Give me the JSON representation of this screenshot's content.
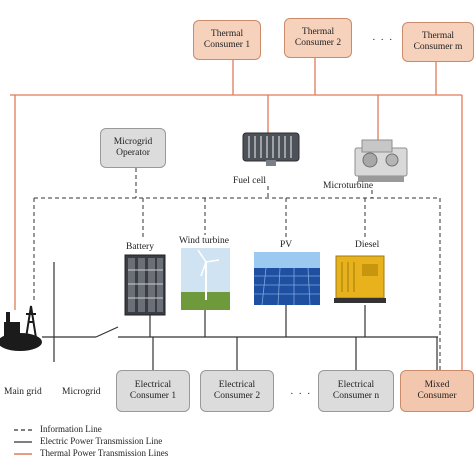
{
  "thermal_consumers": [
    {
      "label": "Thermal\nConsumer 1"
    },
    {
      "label": "Thermal\nConsumer 2"
    },
    {
      "label": "Thermal\nConsumer m"
    }
  ],
  "thermal_dots": "· · ·",
  "operator": {
    "label": "Microgrid\nOperator"
  },
  "sources": {
    "fuel_cell": "Fuel cell",
    "microturbine": "Microturbine",
    "battery": "Battery",
    "wind_turbine": "Wind turbine",
    "pv": "PV",
    "diesel": "Diesel"
  },
  "grid_labels": {
    "main_grid": "Main grid",
    "microgrid": "Microgrid"
  },
  "electrical_consumers": [
    {
      "label": "Electrical\nConsumer 1"
    },
    {
      "label": "Electrical\nConsumer 2"
    },
    {
      "label": "Electrical\nConsumer n"
    }
  ],
  "electrical_dots": "· · ·",
  "mixed_consumer": {
    "label": "Mixed\nConsumer"
  },
  "legend": [
    {
      "label": "Information Line",
      "style": "dashed",
      "color": "#333333"
    },
    {
      "label": "Electric Power Transmission Line",
      "style": "solid",
      "color": "#333333"
    },
    {
      "label": "Thermal Power Transmission Lines",
      "style": "solid",
      "color": "#e07b5a"
    }
  ],
  "colors": {
    "thermal_line": "#e07b5a",
    "electric_line": "#333333",
    "info_line": "#333333"
  }
}
